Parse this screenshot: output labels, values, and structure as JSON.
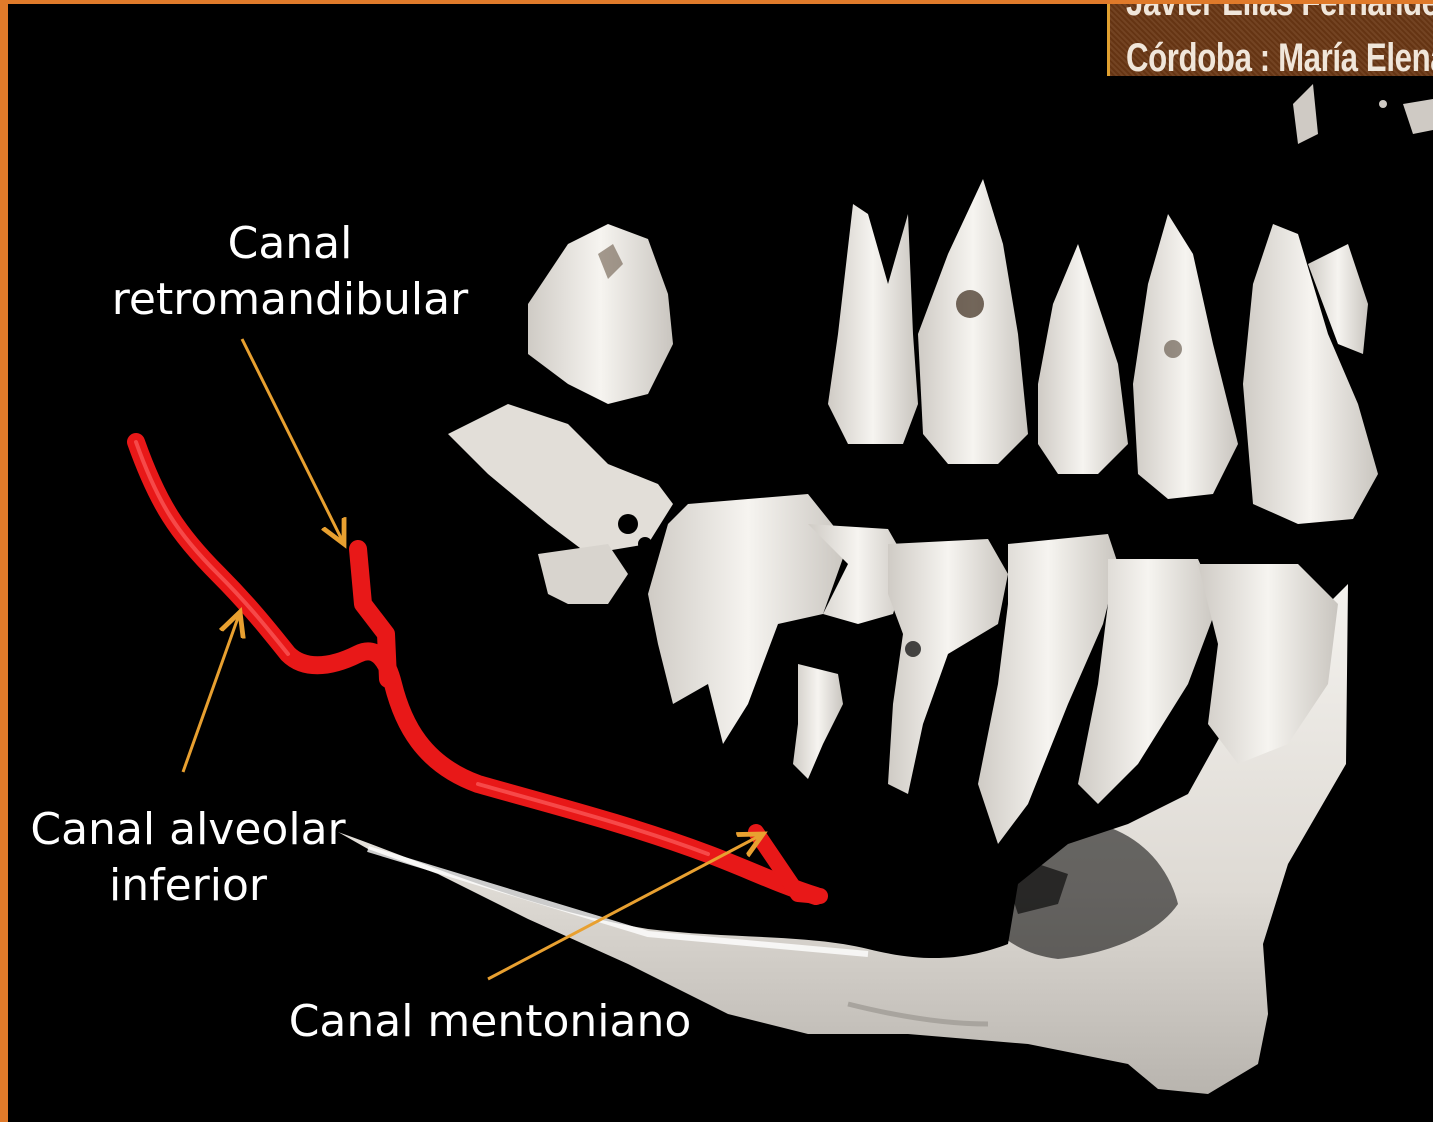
{
  "header": {
    "line1": "Javier Elias Fernandez",
    "line2": "Córdoba : María Elena"
  },
  "labels": {
    "retromandibular": {
      "line1": "Canal",
      "line2": "retromandibular"
    },
    "alveolar": {
      "line1": "Canal alveolar",
      "line2": "inferior"
    },
    "mentoniano": {
      "line1": "Canal mentoniano"
    }
  },
  "colors": {
    "background": "#000000",
    "frame_accent": "#E07A2A",
    "canal": "#E81818",
    "arrow": "#E8A030",
    "bone": "#E8E4DE",
    "badge": "#6A3714"
  }
}
